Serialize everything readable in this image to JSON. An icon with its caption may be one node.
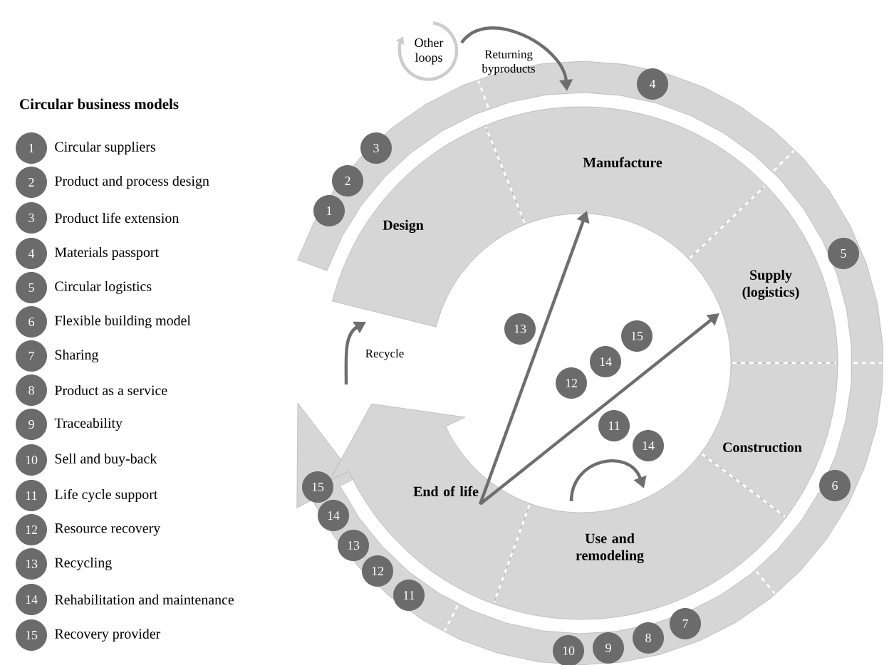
{
  "diagram": {
    "title": "Circular business models",
    "nodes": [
      {
        "text": [
          "Other loops"
        ]
      },
      {
        "text": [
          "Design"
        ]
      },
      {
        "text": [
          "Manufacture"
        ]
      },
      {
        "text": [
          "Supply (logistics)"
        ]
      },
      {
        "text": [
          "Construction"
        ]
      },
      {
        "text": [
          "Use and remodeling"
        ]
      },
      {
        "text": [
          "End of life"
        ]
      },
      {
        "text": [
          "1"
        ]
      },
      {
        "text": [
          "2"
        ]
      },
      {
        "text": [
          "3"
        ]
      },
      {
        "text": [
          "4"
        ]
      },
      {
        "text": [
          "5"
        ]
      },
      {
        "text": [
          "6"
        ]
      },
      {
        "text": [
          "7"
        ]
      },
      {
        "text": [
          "8"
        ]
      },
      {
        "text": [
          "9"
        ]
      },
      {
        "text": [
          "10"
        ]
      },
      {
        "text": [
          "15"
        ]
      },
      {
        "text": [
          "14"
        ]
      },
      {
        "text": [
          "13"
        ]
      },
      {
        "text": [
          "12"
        ]
      },
      {
        "text": [
          "11"
        ]
      },
      {
        "text": [
          "13"
        ]
      },
      {
        "text": [
          "12"
        ]
      },
      {
        "text": [
          "14"
        ]
      },
      {
        "text": [
          "15"
        ]
      },
      {
        "text": [
          "11"
        ]
      },
      {
        "text": [
          "14"
        ]
      },
      {
        "text": [
          "1"
        ],
        "beside": [
          "Circular suppliers"
        ]
      },
      {
        "text": [
          "2"
        ],
        "beside": [
          "Product and process design"
        ]
      },
      {
        "text": [
          "3"
        ],
        "beside": [
          "Product life extension"
        ]
      },
      {
        "text": [
          "4"
        ],
        "beside": [
          "Materials passport"
        ]
      },
      {
        "text": [
          "5"
        ],
        "beside": [
          "Circular logistics"
        ]
      },
      {
        "text": [
          "6"
        ],
        "beside": [
          "Flexible building model"
        ]
      },
      {
        "text": [
          "7"
        ],
        "beside": [
          "Sharing"
        ]
      },
      {
        "text": [
          "8"
        ],
        "beside": [
          "Product as a service"
        ]
      },
      {
        "text": [
          "9"
        ],
        "beside": [
          "Traceability"
        ]
      },
      {
        "text": [
          "10"
        ],
        "beside": [
          "Sell and buy-back"
        ]
      },
      {
        "text": [
          "11"
        ],
        "beside": [
          "Life cycle support"
        ]
      },
      {
        "text": [
          "12"
        ],
        "beside": [
          "Resource recovery"
        ]
      },
      {
        "text": [
          "13"
        ],
        "beside": [
          "Recycling"
        ]
      },
      {
        "text": [
          "14"
        ],
        "beside": [
          "Rehabilitation and maintenance"
        ]
      },
      {
        "text": [
          "15"
        ],
        "beside": [
          "Recovery provider"
        ]
      }
    ],
    "edges": [
      {
        "from": 0,
        "to": 2,
        "arrow": "to",
        "label": "Returning byproducts"
      },
      {
        "from": 6,
        "to": 1,
        "arrow": "to",
        "label": "Recycle"
      },
      {
        "from": 6,
        "to": 2,
        "arrow": "to"
      },
      {
        "from": 6,
        "to": 3,
        "arrow": "to"
      },
      {
        "from": 5,
        "to": 5,
        "arrow": "to"
      }
    ]
  }
}
